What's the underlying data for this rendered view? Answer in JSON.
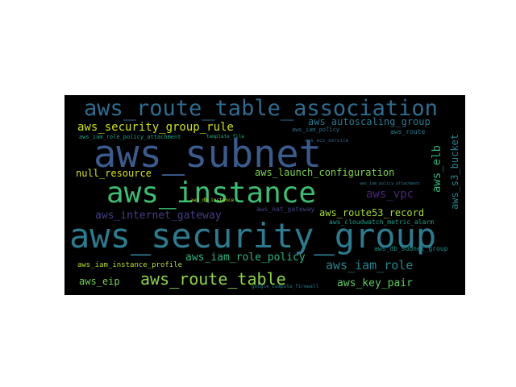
{
  "words": [
    {
      "key": "aws_subnet",
      "text": "aws_subnet",
      "color": "#3b5b8c"
    },
    {
      "key": "aws_security_group",
      "text": "aws_security_group",
      "color": "#2e7a8e"
    },
    {
      "key": "aws_instance",
      "text": "aws_instance",
      "color": "#3fbc73"
    },
    {
      "key": "aws_route_table_association",
      "text": "aws_route_table_association",
      "color": "#2f6b8e"
    },
    {
      "key": "aws_route_table",
      "text": "aws_route_table",
      "color": "#8cd24b"
    },
    {
      "key": "aws_security_group_rule",
      "text": "aws_security_group_rule",
      "color": "#cde11d"
    },
    {
      "key": "aws_launch_configuration",
      "text": "aws_launch_configuration",
      "color": "#7ed34f"
    },
    {
      "key": "aws_autoscaling_group",
      "text": "aws_autoscaling_group",
      "color": "#2a788e"
    },
    {
      "key": "aws_iam_role_policy",
      "text": "aws_iam_role_policy",
      "color": "#2fb47c"
    },
    {
      "key": "aws_internet_gateway",
      "text": "aws_internet_gateway",
      "color": "#433e85"
    },
    {
      "key": "aws_route53_record",
      "text": "aws_route53_record",
      "color": "#a5db36"
    },
    {
      "key": "aws_iam_role",
      "text": "aws_iam_role",
      "color": "#25858e"
    },
    {
      "key": "aws_key_pair",
      "text": "aws_key_pair",
      "color": "#5ec962"
    },
    {
      "key": "aws_eip",
      "text": "aws_eip",
      "color": "#75d054"
    },
    {
      "key": "aws_vpc",
      "text": "aws_vpc",
      "color": "#482878"
    },
    {
      "key": "aws_elb",
      "text": "aws_elb",
      "color": "#2db27d"
    },
    {
      "key": "aws_s3_bucket",
      "text": "aws_s3_bucket",
      "color": "#26828e"
    },
    {
      "key": "null_resource",
      "text": "null_resource",
      "color": "#d8e219"
    },
    {
      "key": "aws_iam_instance_profile",
      "text": "aws_iam_instance_profile",
      "color": "#b5de2b"
    },
    {
      "key": "aws_cloudwatch_metric_alarm",
      "text": "aws_cloudwatch_metric_alarm",
      "color": "#1f9e89"
    },
    {
      "key": "aws_db_subnet_group",
      "text": "aws_db_subnet_group",
      "color": "#21918c"
    },
    {
      "key": "aws_route",
      "text": "aws_route",
      "color": "#287d8e"
    },
    {
      "key": "aws_iam_policy",
      "text": "aws_iam_policy",
      "color": "#2c728e"
    },
    {
      "key": "aws_iam_role_policy_attachment",
      "text": "aws_iam_role_policy_attachment",
      "color": "#20a386"
    },
    {
      "key": "aws_ecs_service",
      "text": "aws_ecs_service",
      "color": "#32648e"
    },
    {
      "key": "template_file",
      "text": "template_file",
      "color": "#22a884"
    },
    {
      "key": "aws_nat_gateway",
      "text": "aws_nat_gateway",
      "color": "#414487"
    },
    {
      "key": "google_compute_firewall",
      "text": "google_compute_firewall",
      "color": "#2a788e"
    },
    {
      "key": "aws_db_instance",
      "text": "aws_db_instance",
      "color": "#b8de29"
    },
    {
      "key": "aws_iam_policy_attachment",
      "text": "aws_iam_policy_attachment",
      "color": "#2a788e"
    }
  ]
}
